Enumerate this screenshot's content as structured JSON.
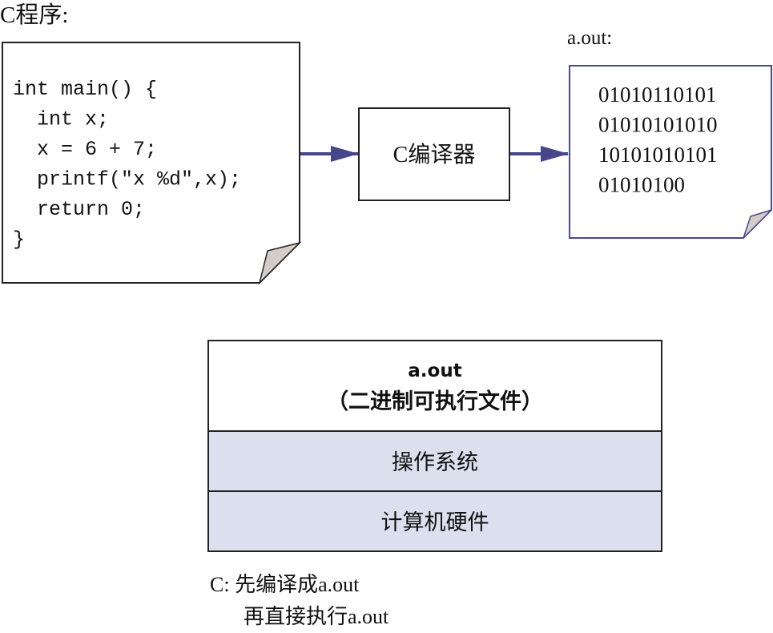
{
  "source_label": "C程序:",
  "source_code": [
    "int main() {",
    "  int x;",
    "  x = 6 + 7;",
    "  printf(\"x %d\",x);",
    "  return 0;",
    "}"
  ],
  "compiler_label": "C编译器",
  "output_label": "a.out:",
  "binary_lines": [
    "01010110101",
    "01010101010",
    "10101010101",
    "01010100"
  ],
  "stack": {
    "top_title": "a.out",
    "top_subtitle": "（二进制可执行文件）",
    "middle": "操作系统",
    "bottom": "计算机硬件"
  },
  "caption": [
    "C: 先编译成a.out",
    "再直接执行a.out"
  ],
  "colors": {
    "arrow": "#46468a",
    "fold": "#d4ccc6",
    "layer_fill": "#dce0ee",
    "output_border": "#4a4a8a"
  }
}
